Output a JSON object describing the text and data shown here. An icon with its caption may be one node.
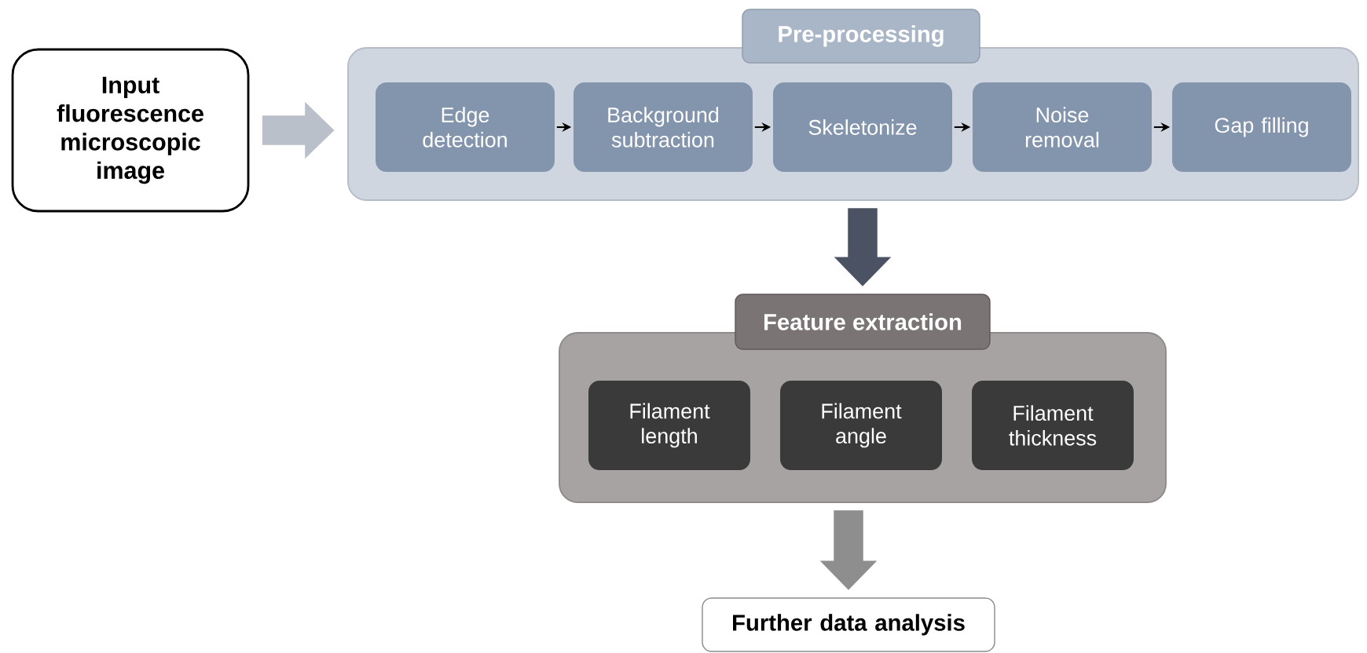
{
  "diagram": {
    "nodes": [
      {
        "text": [
          "Input fluorescence microscopic image"
        ]
      },
      {
        "text": [
          "Pre-processing"
        ]
      },
      {
        "text": [
          "Edge detection"
        ],
        "in": 1
      },
      {
        "text": [
          "Background subtraction"
        ],
        "in": 1
      },
      {
        "text": [
          "Skeletonize"
        ],
        "in": 1
      },
      {
        "text": [
          "Noise removal"
        ],
        "in": 1
      },
      {
        "text": [
          "Gap filling"
        ],
        "in": 1
      },
      {
        "text": [
          "Feature extraction"
        ]
      },
      {
        "text": [
          "Filament length"
        ],
        "in": 7
      },
      {
        "text": [
          "Filament angle"
        ],
        "in": 7
      },
      {
        "text": [
          "Filament thickness"
        ],
        "in": 7
      },
      {
        "text": [
          "Further data analysis"
        ]
      }
    ],
    "edges": [
      {
        "from": 0,
        "to": 1,
        "arrow": "to",
        "style": "thick",
        "color": "#b9c0c9"
      },
      {
        "from": 2,
        "to": 3,
        "arrow": "to"
      },
      {
        "from": 3,
        "to": 4,
        "arrow": "to"
      },
      {
        "from": 4,
        "to": 5,
        "arrow": "to"
      },
      {
        "from": 5,
        "to": 6,
        "arrow": "to"
      },
      {
        "from": 1,
        "to": 7,
        "arrow": "to",
        "style": "thick",
        "color": "#4b5263"
      },
      {
        "from": 7,
        "to": 11,
        "arrow": "to",
        "style": "thick",
        "color": "#8e8e8e"
      }
    ]
  }
}
